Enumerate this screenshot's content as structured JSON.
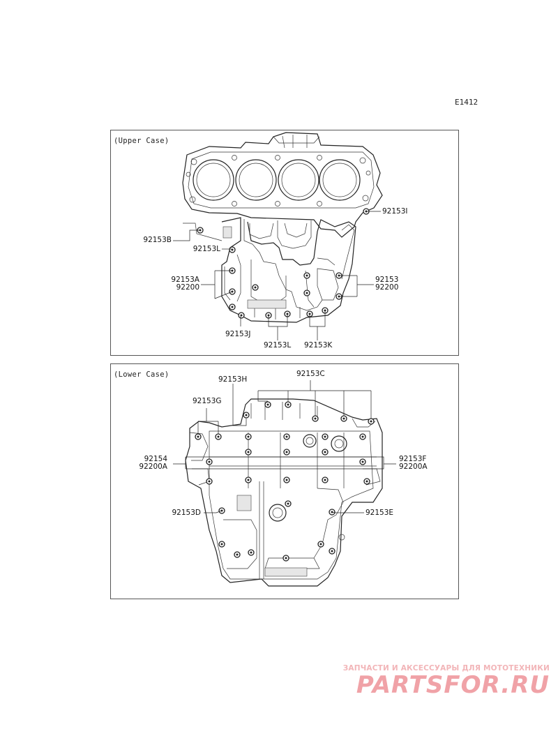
{
  "diagram_code": "E1412",
  "upper_case": {
    "title": "(Upper Case)",
    "labels": {
      "l_92153I": "92153I",
      "l_92153B": "92153B",
      "l_92153L_a": "92153L",
      "l_92153A": "92153A",
      "l_92200_left": "92200",
      "l_92153": "92153",
      "l_92200_right": "92200",
      "l_92153J": "92153J",
      "l_92153L_b": "92153L",
      "l_92153K": "92153K"
    }
  },
  "lower_case": {
    "title": "(Lower Case)",
    "labels": {
      "l_92153H": "92153H",
      "l_92153C": "92153C",
      "l_92153G": "92153G",
      "l_92154": "92154",
      "l_92200A_left": "92200A",
      "l_92153F": "92153F",
      "l_92200A_right": "92200A",
      "l_92153D": "92153D",
      "l_92153E": "92153E"
    }
  },
  "watermark": {
    "subtitle": "ЗАПЧАСТИ И АКСЕССУАРЫ ДЛЯ МОТОТЕХНИКИ",
    "logo": "PARTSFOR.RU",
    "color": "#f0a2a7"
  }
}
